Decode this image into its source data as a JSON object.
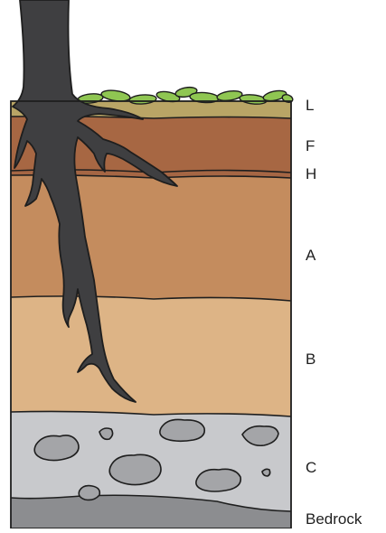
{
  "horizons": [
    {
      "label": "L",
      "color": "#b9a566"
    },
    {
      "label": "F",
      "color": "#a76743"
    },
    {
      "label": "H",
      "color": "#a56644"
    },
    {
      "label": "A",
      "color": "#c48c5e"
    },
    {
      "label": "B",
      "color": "#ddb486"
    },
    {
      "label": "C",
      "color": "#c8c9cc"
    },
    {
      "label": "Bedrock",
      "color": "#8c8d90"
    }
  ],
  "colors": {
    "root": "#3f3f41",
    "outline": "#1e1e1e",
    "leaf": "#8fc652",
    "stone": "#a4a5a8"
  }
}
